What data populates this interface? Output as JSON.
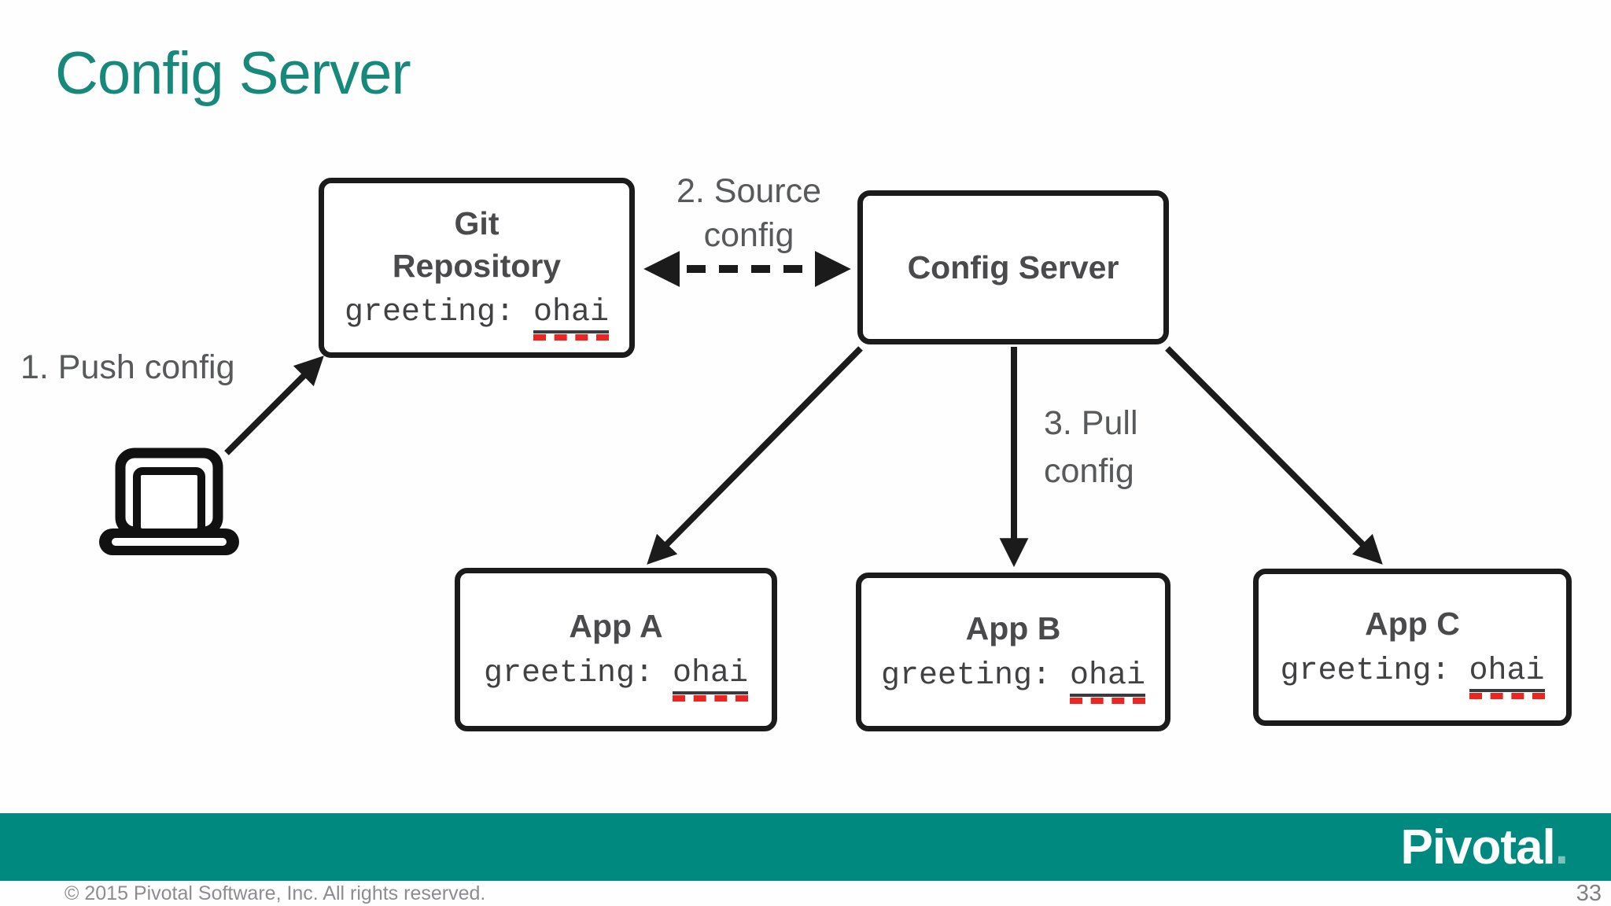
{
  "slide": {
    "title": "Config Server",
    "page_number": "33",
    "copyright": "© 2015 Pivotal Software, Inc.  All rights reserved.",
    "brand": {
      "name": "Pivotal",
      "dot": "."
    },
    "colors": {
      "title_teal": "#16897B",
      "footer_teal": "#008A7F",
      "label_gray": "#58595B",
      "box_text_gray": "#4A4A4C",
      "mono_text_gray": "#414042",
      "line_black": "#1B1B1B",
      "underline_red": "#EE2420"
    }
  },
  "diagram": {
    "nodes": {
      "git_repository": {
        "title_line1": "Git",
        "title_line2": "Repository",
        "code_key": "greeting: ",
        "code_value": "ohai"
      },
      "config_server": {
        "title": "Config Server"
      },
      "app_a": {
        "title": "App A",
        "code_key": "greeting: ",
        "code_value": "ohai"
      },
      "app_b": {
        "title": "App B",
        "code_key": "greeting: ",
        "code_value": "ohai"
      },
      "app_c": {
        "title": "App C",
        "code_key": "greeting: ",
        "code_value": "ohai"
      }
    },
    "labels": {
      "step1": "1. Push config",
      "step2_line1": "2. Source",
      "step2_line2": "config",
      "step3_line1": "3. Pull",
      "step3_line2": "config"
    },
    "icons": {
      "laptop": "laptop-icon"
    }
  }
}
